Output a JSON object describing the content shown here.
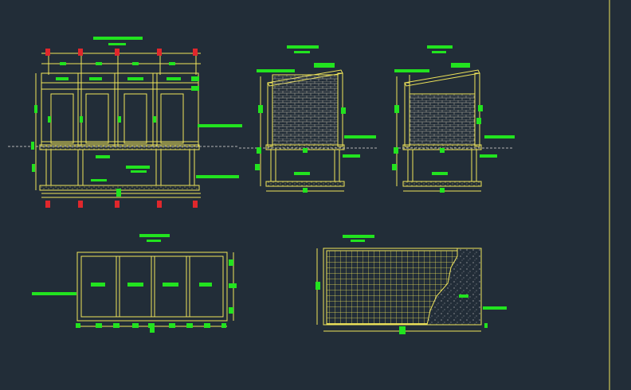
{
  "colors": {
    "background": "#222d38",
    "linework": "#f0e55a",
    "annotation": "#22e31f",
    "axis_marker": "#e0272c",
    "hatch": "#bdb9a8",
    "ground": "#b4b4b4",
    "viewport_border": "#f0e55a"
  },
  "drawing": {
    "views": [
      "front-elevation",
      "section-a",
      "section-b",
      "plan-view",
      "slab-reinforcement-detail"
    ],
    "text_legibility": "illegible"
  }
}
